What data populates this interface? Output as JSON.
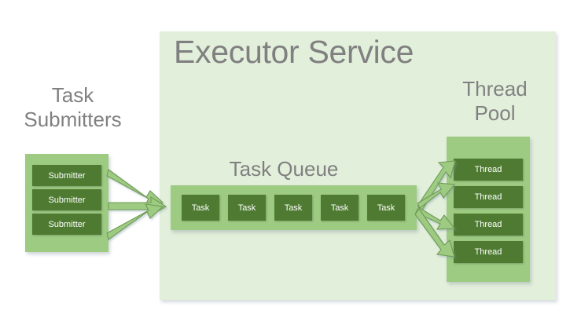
{
  "diagram": {
    "title": "Executor Service",
    "background_color": "#ffffff",
    "panel_color": "#e2efdb",
    "container_color": "#9dcb82",
    "chip_color": "#4e7b31",
    "label_color": "#808080",
    "chip_text_color": "#ffffff",
    "arrow_fill_color": "#9dcb82",
    "arrow_stroke_color": "#6f9a55"
  },
  "submitters": {
    "heading_line1": "Task",
    "heading_line2": "Submitters",
    "items": [
      {
        "label": "Submitter"
      },
      {
        "label": "Submitter"
      },
      {
        "label": "Submitter"
      }
    ]
  },
  "task_queue": {
    "heading": "Task Queue",
    "items": [
      {
        "label": "Task"
      },
      {
        "label": "Task"
      },
      {
        "label": "Task"
      },
      {
        "label": "Task"
      },
      {
        "label": "Task"
      }
    ]
  },
  "thread_pool": {
    "heading_line1": "Thread",
    "heading_line2": "Pool",
    "items": [
      {
        "label": "Thread"
      },
      {
        "label": "Thread"
      },
      {
        "label": "Thread"
      },
      {
        "label": "Thread"
      }
    ]
  }
}
